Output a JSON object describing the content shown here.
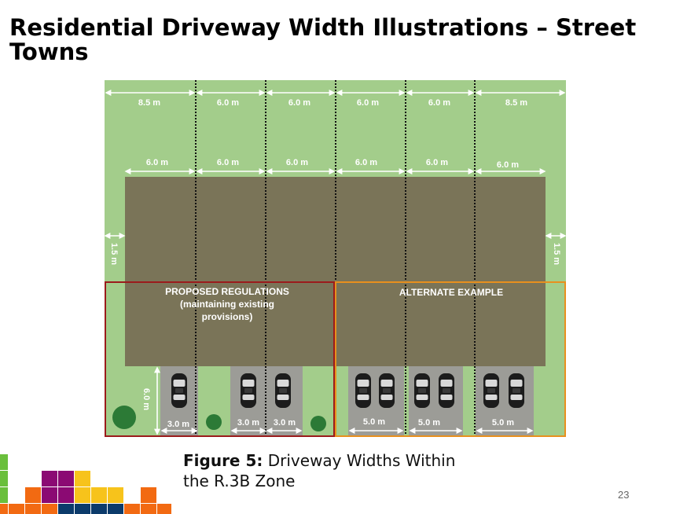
{
  "title": "Residential Driveway Width Illustrations – Street Towns",
  "diagram": {
    "top_lot_widths": [
      "8.5 m",
      "6.0 m",
      "6.0 m",
      "6.0 m",
      "6.0 m",
      "8.5 m"
    ],
    "unit_widths": [
      "6.0 m",
      "6.0 m",
      "6.0 m",
      "6.0 m",
      "6.0 m",
      "6.0 m"
    ],
    "side_setback": "1.5 m",
    "driveway_depth": "6.0 m",
    "proposed_label_line1": "PROPOSED REGULATIONS",
    "proposed_label_line2": "(maintaining existing",
    "proposed_label_line3": "provisions)",
    "alternate_label": "ALTERNATE EXAMPLE",
    "proposed_driveway_widths": [
      "3.0 m",
      "3.0 m",
      "3.0 m"
    ],
    "alternate_driveway_widths": [
      "5.0 m",
      "5.0 m",
      "5.0 m"
    ],
    "colors": {
      "lot_green": "#a3cd8b",
      "building": "#7a7458",
      "driveway": "#9c9c97",
      "proposed_border": "#9b1b1b",
      "alternate_border": "#e8901e",
      "tree": "#2c7a36"
    }
  },
  "caption": {
    "bold": "Figure 5:",
    "line1": " Driveway Widths Within",
    "line2": "the R.3B Zone"
  },
  "page_number": "23",
  "corner_logo": "corner-pixel-logo"
}
